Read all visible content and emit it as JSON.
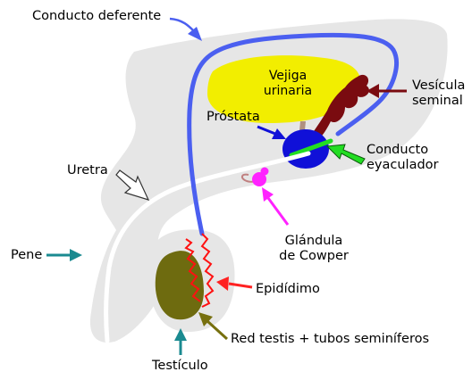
{
  "labels": {
    "conducto_deferente": "Conducto deferente",
    "vejiga_line1": "Vejiga",
    "vejiga_line2": "urinaria",
    "vesicula_line1": "Vesícula",
    "vesicula_line2": "seminal",
    "prostata": "Próstata",
    "conducto_eyaculador_line1": "Conducto",
    "conducto_eyaculador_line2": "eyaculador",
    "uretra": "Uretra",
    "pene": "Pene",
    "glandula_line1": "Glándula",
    "glandula_line2": "de Cowper",
    "epididimo": "Epidídimo",
    "red_testis": "Red testis + tubos seminíferos",
    "testiculo": "Testículo"
  },
  "colors": {
    "body": "#e6e6e6",
    "vas_deferens": "#4b5ff0",
    "bladder": "#f2ee00",
    "seminal_vesicle": "#7a0b10",
    "prostate": "#1010d8",
    "ejaculatory_duct": "#22dd22",
    "urethra": "#ffffff",
    "cowper_gland": "#ff22ff",
    "cowper_duct": "#c08080",
    "epididymis": "#ff1111",
    "testis": "#6e6b0f",
    "arrow_vas": "#4b5ff0",
    "arrow_vesicle": "#7a0b10",
    "arrow_prostate": "#1010d8",
    "arrow_ejac": "#22dd22",
    "arrow_cowper": "#ff22ff",
    "arrow_epididymis": "#ff2222",
    "arrow_rete": "#77700f",
    "arrow_teal": "#1a8a90"
  }
}
